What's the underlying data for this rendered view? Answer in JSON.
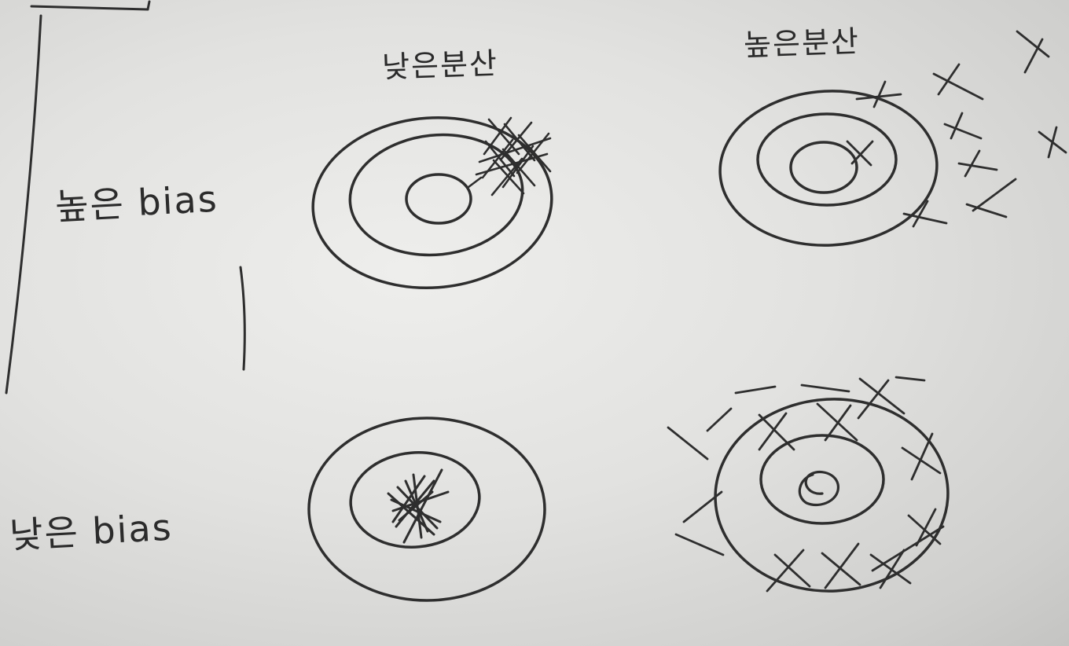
{
  "columns": {
    "low_variance": "낮은분산",
    "high_variance": "높은분산"
  },
  "rows": {
    "high_bias": "높은 bias",
    "low_bias": "낮은 bias"
  },
  "ink_color": "#2e2e2e",
  "paper_color": "#e6e6e4"
}
